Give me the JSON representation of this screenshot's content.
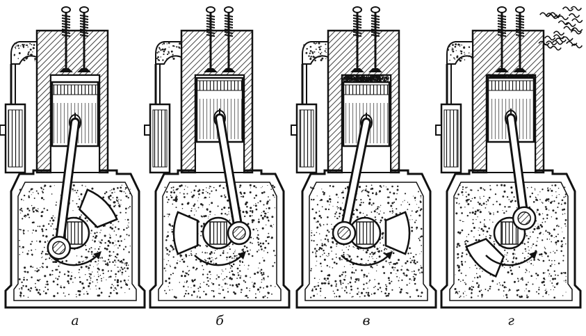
{
  "diagram": {
    "panels": [
      {
        "label": "а",
        "stroke": "intake",
        "piston": "down",
        "crank_angle": 135
      },
      {
        "label": "б",
        "stroke": "compression",
        "piston": "up",
        "crank_angle": 0
      },
      {
        "label": "в",
        "stroke": "power",
        "piston": "down",
        "crank_angle": 180
      },
      {
        "label": "г",
        "stroke": "exhaust",
        "piston": "up",
        "crank_angle": 315
      }
    ],
    "colors": {
      "ink": "#111111",
      "paper": "#ffffff",
      "oil_speckle": "#222222"
    }
  }
}
